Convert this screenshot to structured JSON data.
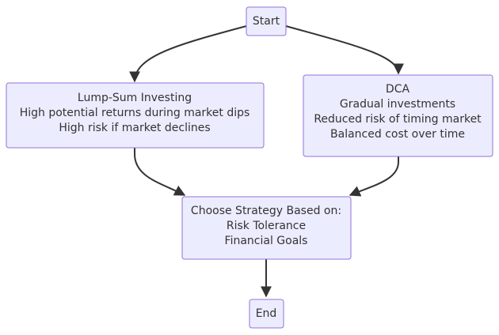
{
  "diagram": {
    "nodes": {
      "start": {
        "lines": [
          "Start"
        ]
      },
      "lump_sum": {
        "lines": [
          "Lump-Sum Investing",
          "High potential returns during market dips",
          "High risk if market declines"
        ]
      },
      "dca": {
        "lines": [
          "DCA",
          "Gradual investments",
          "Reduced risk of timing market",
          "Balanced cost over time"
        ]
      },
      "choose": {
        "lines": [
          "Choose Strategy Based on:",
          "Risk Tolerance",
          "Financial Goals"
        ]
      },
      "end": {
        "lines": [
          "End"
        ]
      }
    },
    "edges": [
      {
        "from": "start",
        "to": "lump_sum"
      },
      {
        "from": "start",
        "to": "dca"
      },
      {
        "from": "lump_sum",
        "to": "choose"
      },
      {
        "from": "dca",
        "to": "choose"
      },
      {
        "from": "choose",
        "to": "end"
      }
    ],
    "colors": {
      "node_fill": "#ececff",
      "node_border": "#9370db",
      "edge": "#333333",
      "text": "#333333"
    }
  }
}
